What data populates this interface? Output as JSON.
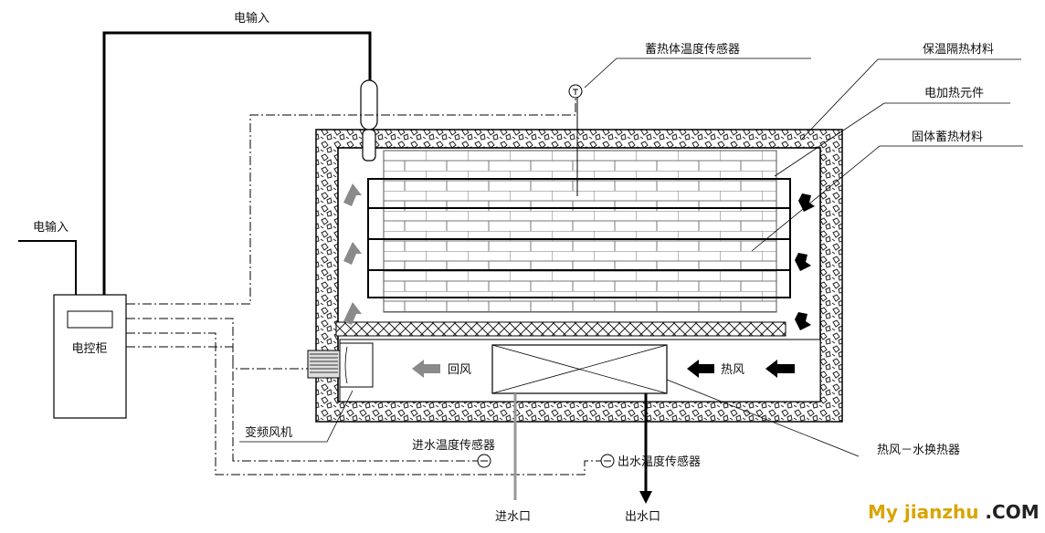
{
  "labels": {
    "power_input_top": "电输入",
    "power_input_left": "电输入",
    "storage_temp_sensor": "蓄热体温度传感器",
    "insulation": "保温隔热材料",
    "electric_heater": "电加热元件",
    "solid_storage": "固体蓄热材料",
    "control_cabinet": "电控柜",
    "return_air": "回风",
    "hot_air": "热风",
    "vfd_fan": "变频风机",
    "inlet_temp_sensor": "进水温度传感器",
    "outlet_temp_sensor": "出水温度传感器",
    "heat_exchanger": "热风－水换热器",
    "water_inlet": "进水口",
    "water_outlet": "出水口"
  },
  "watermark": {
    "part1": "My jianzhu",
    "part2": " .COM"
  },
  "colors": {
    "line": "#000000",
    "grey_arrow": "#8a8a8a",
    "watermark_main": "#d9a400",
    "watermark_dot": "#222222"
  }
}
